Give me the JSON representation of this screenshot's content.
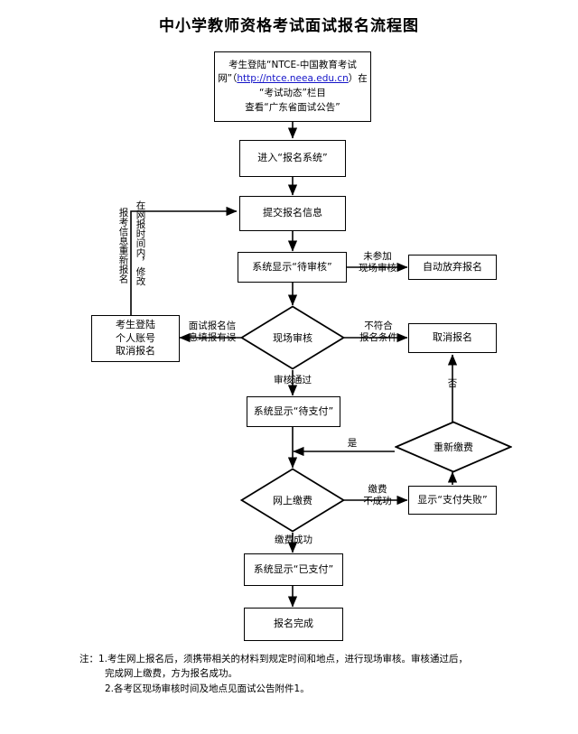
{
  "title": "中小学教师资格考试面试报名流程图",
  "nodes": {
    "start": {
      "line1": "考生登陆“NTCE-中国教育考试",
      "line2_pre": "网”（",
      "link": "http://ntce.neea.edu.cn",
      "line2_post": "）在",
      "line3": "“考试动态”栏目",
      "line4": "查看“广东省面试公告”"
    },
    "enter_system": "进入“报名系统”",
    "submit_info": "提交报名信息",
    "show_pending_review": "系统显示“待审核”",
    "auto_give_up": "自动放弃报名",
    "onsite_review": "现场审核",
    "cancel_registration": "取消报名",
    "candidate_cancel": "考生登陆\n个人账号\n取消报名",
    "candidate_cancel_l1": "考生登陆",
    "candidate_cancel_l2": "个人账号",
    "candidate_cancel_l3": "取消报名",
    "show_awaiting_payment": "系统显示“待支付”",
    "repay": "重新缴费",
    "online_payment": "网上缴费",
    "show_payment_failed": "显示“支付失败”",
    "show_paid": "系统显示“已支付”",
    "registration_complete": "报名完成"
  },
  "edge_labels": {
    "not_attend_onsite_l1": "未参加",
    "not_attend_onsite_l2": "现场审核",
    "not_meet_l1": "不符合",
    "not_meet_l2": "报名条件",
    "info_error_l1": "面试报名信",
    "info_error_l2": "息填报有误",
    "review_passed": "审核通过",
    "yes": "是",
    "no": "否",
    "pay_fail_l1": "缴费",
    "pay_fail_l2": "不成功",
    "pay_success": "缴费成功",
    "reapply_vertical": "报考信息重新报名",
    "modify_vertical": "在网报时间内，修改"
  },
  "notes": {
    "head": "注：",
    "item1_num": "1.",
    "item1_line1": "考生网上报名后，须携带相关的材料到规定时间和地点，进行现场审核。审核通过后，",
    "item1_line2": "完成网上缴费，方为报名成功。",
    "item2": "2.各考区现场审核时间及地点见面试公告附件1。"
  },
  "colors": {
    "stroke": "#000000",
    "background": "#ffffff",
    "link": "#1414c8"
  }
}
